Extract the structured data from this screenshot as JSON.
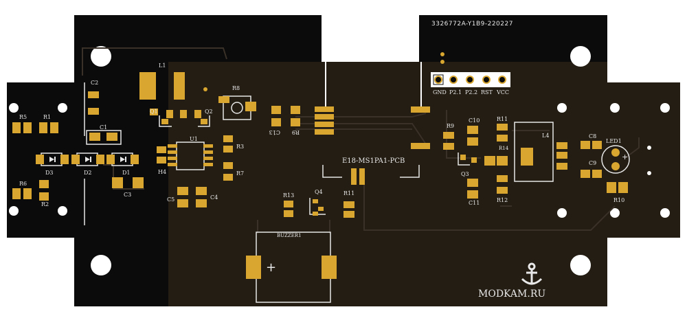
{
  "board": {
    "code": "3326772A-Y1B9-220227",
    "module": "E18-MS1PA1-PCB",
    "brand": "MODKAM.RU",
    "colors": {
      "board": "#0b0b0b",
      "copper": "#261f14",
      "pad": "#d9a72f",
      "silk": "#e8e8e8"
    }
  },
  "header_pins": [
    "GND",
    "P2.1",
    "P2.2",
    "RST",
    "VCC"
  ],
  "labels": {
    "L1": "L1",
    "C2": "C2",
    "R5": "R5",
    "R1": "R1",
    "C1": "C1",
    "Q1": "Q1",
    "Q2": "Q2",
    "R8": "R8",
    "U1": "U1",
    "R3": "R3",
    "H4": "H4",
    "R7": "R7",
    "D3": "D3",
    "D2": "D2",
    "D1": "D1",
    "C3": "C3",
    "R6": "R6",
    "R2": "R2",
    "C5": "C5",
    "C4": "C4",
    "R13": "R13",
    "Q4": "Q4",
    "R11": "R11",
    "BUZZER1": "BUZZER1",
    "C13": "C13",
    "R9": "R9",
    "R9b": "R9",
    "C10": "C10",
    "R11b": "R11",
    "R14": "R14",
    "Q3": "Q3",
    "C11": "C11",
    "R12": "R12",
    "L4": "L4",
    "C8": "C8",
    "C9": "C9",
    "LED1": "LED1",
    "R10": "R10"
  },
  "symbols": {
    "plus": "+",
    "plus_small": "+"
  },
  "icons": {
    "logo": "anchor-icon"
  }
}
